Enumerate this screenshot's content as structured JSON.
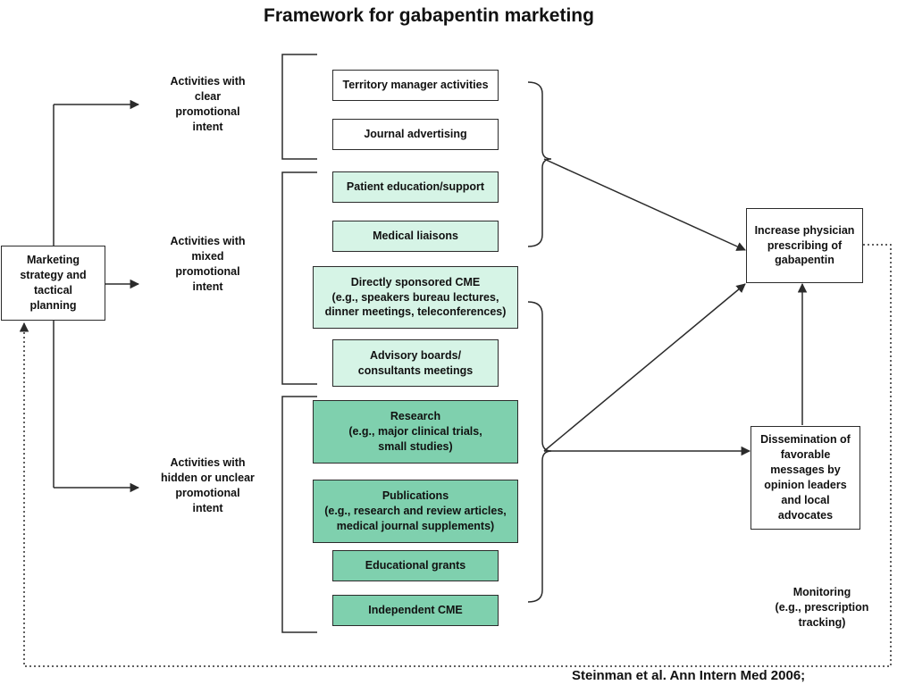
{
  "title": "Framework for gabapentin marketing",
  "start_node": "Marketing\nstrategy and\ntactical\nplanning",
  "intent_labels": {
    "clear": "Activities with\nclear\npromotional\nintent",
    "mixed": "Activities with\nmixed\npromotional\nintent",
    "hidden": "Activities with\nhidden or unclear\npromotional\nintent"
  },
  "activities": {
    "territory_manager": "Territory manager activities",
    "journal_advertising": "Journal advertising",
    "patient_education": "Patient education/support",
    "medical_liaisons": "Medical liaisons",
    "directly_sponsored_cme": "Directly sponsored CME\n(e.g., speakers bureau lectures,\ndinner meetings, teleconferences)",
    "advisory_boards": "Advisory boards/\nconsultants meetings",
    "research": "Research\n(e.g., major clinical trials,\nsmall studies)",
    "publications": "Publications\n(e.g., research and review articles,\nmedical journal supplements)",
    "educational_grants": "Educational grants",
    "independent_cme": "Independent CME"
  },
  "outcomes": {
    "increase_prescribing": "Increase physician\nprescribing of\ngabapentin",
    "dissemination": "Dissemination of\nfavorable\nmessages by\nopinion leaders\nand local\nadvocates"
  },
  "monitoring_label": "Monitoring\n(e.g., prescription\ntracking)",
  "citation": "Steinman et al. Ann Intern Med 2006;",
  "colors": {
    "clear_fill": "#ffffff",
    "mixed_fill": "#d6f4e6",
    "hidden_fill": "#7fd0ae",
    "line": "#2b2b2b"
  }
}
